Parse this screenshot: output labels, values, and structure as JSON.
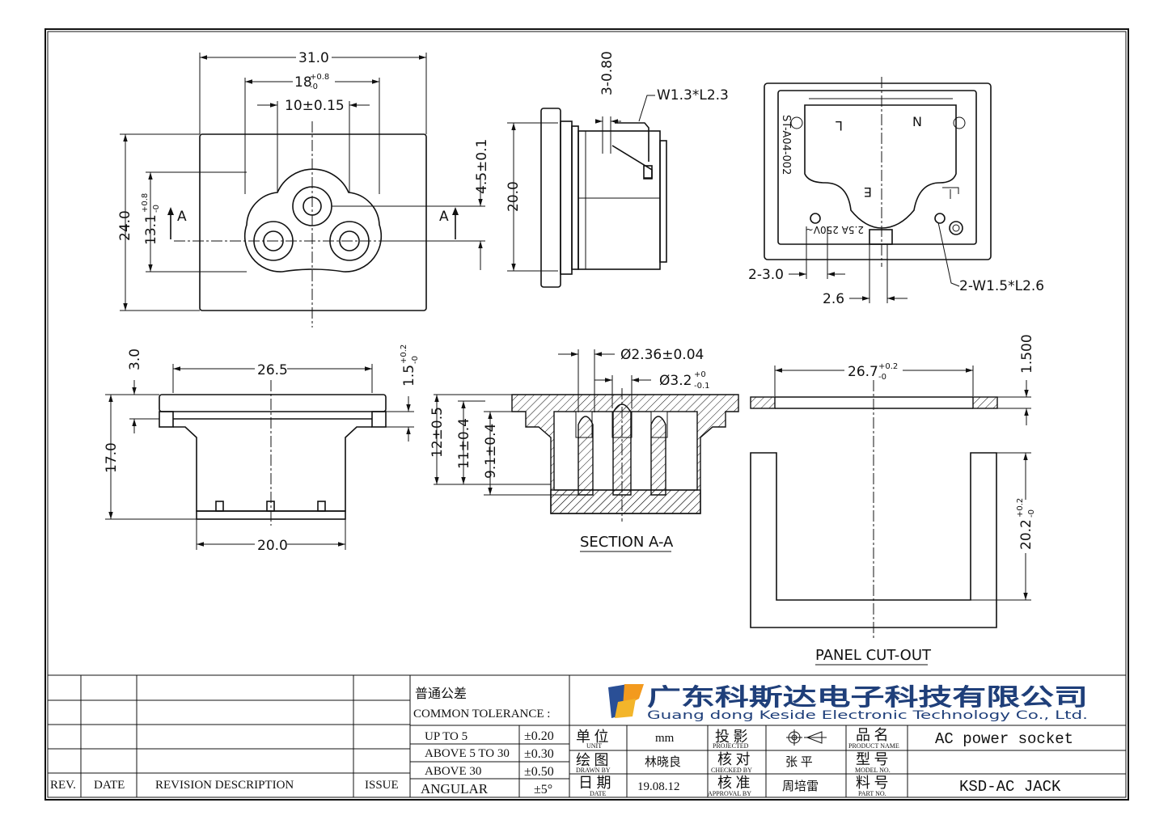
{
  "views": {
    "front": {
      "dims": [
        "31.0",
        "18",
        "+0.8",
        "-0",
        "10±0.15",
        "24.0",
        "13.1",
        "+0.8",
        "-0",
        "4.5±0.1",
        "A",
        "A"
      ]
    },
    "side": {
      "dims": [
        "3-0.80",
        "W1.3*L2.3",
        "20.0"
      ]
    },
    "rear": {
      "marks": [
        "L",
        "N",
        "E",
        "ST-A04-002",
        "2.5A 250V~"
      ],
      "dims": [
        "2-3.0",
        "2.6",
        "2-W1.5*L2.6"
      ]
    },
    "bottom": {
      "dims": [
        "3.0",
        "26.5",
        "1.5",
        "+0.2",
        "-0",
        "17.0",
        "20.0"
      ]
    },
    "section": {
      "title": "SECTION A-A",
      "dims": [
        "Ø2.36±0.04",
        "Ø3.2",
        "+0",
        "-0.1",
        "12±0.5",
        "11±0.4",
        "9.1±0.4"
      ]
    },
    "panel": {
      "title": "PANEL CUT-OUT",
      "dims": [
        "26.7",
        "+0.2",
        "-0",
        "1.500",
        "20.2",
        "+0.2",
        "-0"
      ]
    }
  },
  "title_block": {
    "headers": [
      "REV.",
      "DATE",
      "REVISION DESCRIPTION",
      "ISSUE"
    ],
    "tolerance_cn": "普通公差",
    "tolerance_en": "COMMON TOLERANCE :",
    "tolerances": [
      {
        "range": "UP TO 5",
        "value": "±0.20"
      },
      {
        "range": "ABOVE 5 TO 30",
        "value": "±0.30"
      },
      {
        "range": "ABOVE 30",
        "value": "±0.50"
      },
      {
        "range": "ANGULAR",
        "value": "±5°"
      }
    ],
    "company_cn": "广东科斯达电子科技有限公司",
    "company_en": "Guang dong Keside Electronic Technology Co., Ltd.",
    "unit_label": "单 位",
    "unit_sub": "UNIT",
    "unit_value": "mm",
    "projected_label": "投 影",
    "projected_sub": "PROJECTED",
    "drawn_label": "绘 图",
    "drawn_sub": "DRAWN BY",
    "drawn_value": "林晓良",
    "checked_label": "核 对",
    "checked_sub": "CHECKED BY",
    "checked_value": "张 平",
    "date_label": "日 期",
    "date_sub": "DATE",
    "date_value": "19.08.12",
    "approval_label": "核 准",
    "approval_sub": "APPROVAL BY",
    "approval_value": "周培雷",
    "product_label": "品 名",
    "product_sub": "PRODUCT NAME",
    "product_value": "AC power socket",
    "model_label": "型 号",
    "model_sub": "MODEL NO.",
    "part_label": "料 号",
    "part_sub": "PART NO.",
    "part_value": "KSD-AC JACK"
  }
}
